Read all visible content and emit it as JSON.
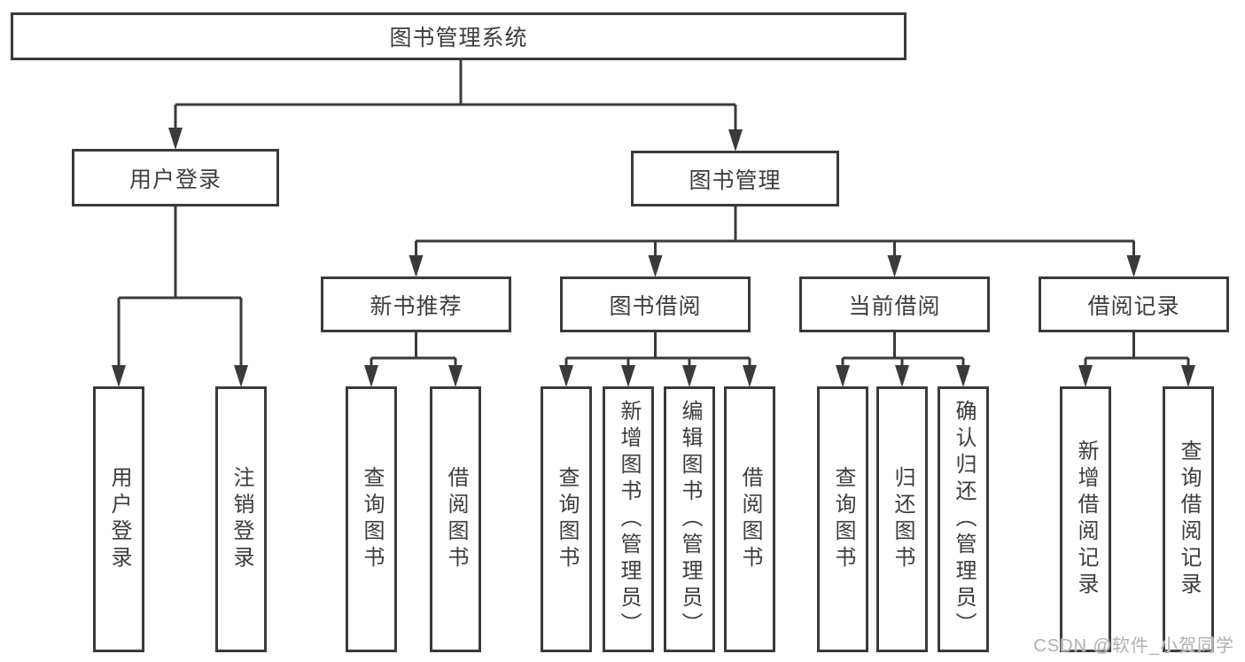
{
  "diagram": {
    "type": "tree",
    "root": {
      "label": "图书管理系统",
      "children": [
        {
          "label": "用户登录",
          "children": [
            {
              "label": "用户登录"
            },
            {
              "label": "注销登录"
            }
          ]
        },
        {
          "label": "图书管理",
          "children": [
            {
              "label": "新书推荐",
              "children": [
                {
                  "label": "查询图书"
                },
                {
                  "label": "借阅图书"
                }
              ]
            },
            {
              "label": "图书借阅",
              "children": [
                {
                  "label": "查询图书"
                },
                {
                  "label": "新增图书（管理员）"
                },
                {
                  "label": "编辑图书（管理员）"
                },
                {
                  "label": "借阅图书"
                }
              ]
            },
            {
              "label": "当前借阅",
              "children": [
                {
                  "label": "查询图书"
                },
                {
                  "label": "归还图书"
                },
                {
                  "label": "确认归还（管理员）"
                }
              ]
            },
            {
              "label": "借阅记录",
              "children": [
                {
                  "label": "新增借阅记录"
                },
                {
                  "label": "查询借阅记录"
                }
              ]
            }
          ]
        }
      ]
    }
  },
  "watermark": {
    "text": "CSDN @软件_小贺同学"
  },
  "colors": {
    "line": "#3a3a3a",
    "box_border": "#3a3a3a",
    "text": "#3d3d3d",
    "watermark_text": "#b0b0b0",
    "background": "#ffffff"
  }
}
